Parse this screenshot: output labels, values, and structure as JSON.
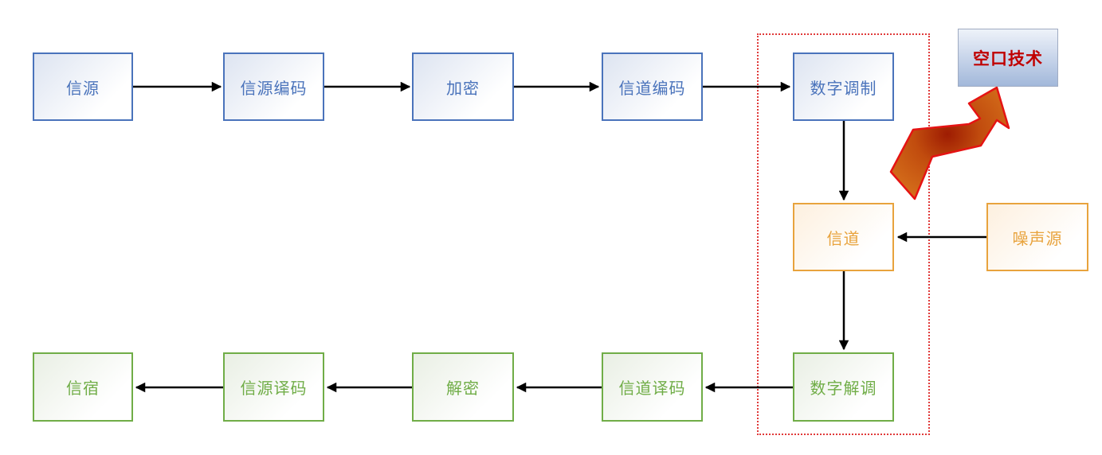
{
  "nodes": {
    "top": [
      {
        "label": "信源"
      },
      {
        "label": "信源编码"
      },
      {
        "label": "加密"
      },
      {
        "label": "信道编码"
      },
      {
        "label": "数字调制"
      }
    ],
    "middle": [
      {
        "label": "信道"
      },
      {
        "label": "噪声源"
      }
    ],
    "bottom": [
      {
        "label": "信宿"
      },
      {
        "label": "信源译码"
      },
      {
        "label": "解密"
      },
      {
        "label": "信道译码"
      },
      {
        "label": "数字解调"
      }
    ],
    "callout": {
      "label": "空口技术"
    }
  },
  "colors": {
    "encoder_chain": "#4a73bb",
    "channel_row": "#e8a33d",
    "decoder_chain": "#70ad47",
    "callout_text": "#c00000",
    "callout_fill_top": "#eef2f9",
    "callout_fill_bottom": "#a2b8da",
    "highlight_frame": "#e03a3a",
    "zigzag_arrow_outer": "#d46d1a",
    "zigzag_arrow_core": "#9e1c02",
    "zigzag_arrow_stroke": "#e51313",
    "flow_arrow": "#000000"
  }
}
